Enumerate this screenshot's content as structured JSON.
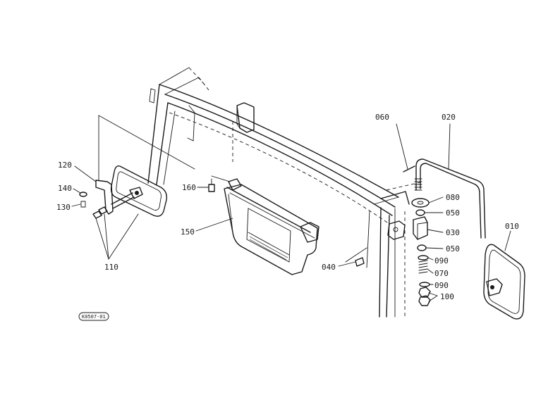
{
  "callouts": {
    "p010": "010",
    "p020": "020",
    "p030": "030",
    "p040": "040",
    "p050a": "050",
    "p050b": "050",
    "p060": "060",
    "p070": "070",
    "p080": "080",
    "p090a": "090",
    "p090b": "090",
    "p100": "100",
    "p110": "110",
    "p120": "120",
    "p130": "130",
    "p140": "140",
    "p150": "150",
    "p160": "160"
  },
  "reference_code": "K0507-01"
}
